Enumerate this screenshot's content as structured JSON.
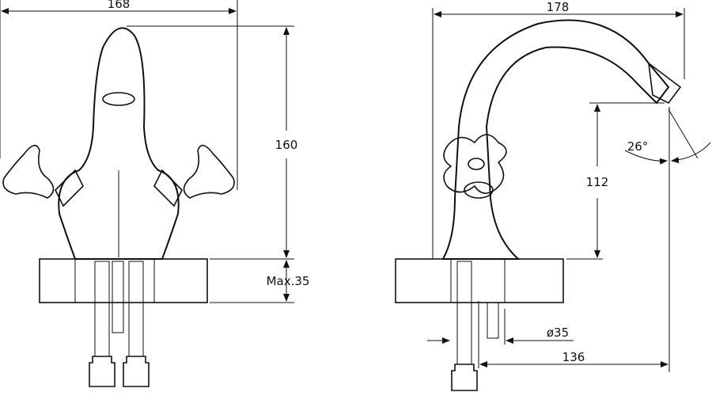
{
  "front_view": {
    "width_dim": "168",
    "height_dim": "160",
    "counter_dim": "Max.35"
  },
  "side_view": {
    "reach_total_dim": "178",
    "spout_height_dim": "112",
    "angle_dim": "26°",
    "hole_diameter_dim": "ø35",
    "reach_dim": "136"
  },
  "colors": {
    "line": "#111111",
    "background": "#ffffff"
  }
}
